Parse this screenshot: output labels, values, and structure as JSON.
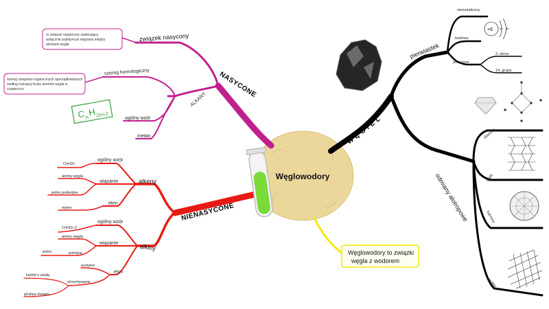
{
  "center": {
    "title": "Węglowodory"
  },
  "colors": {
    "nasycone": "#c0208f",
    "nienasycone": "#e81a14",
    "wegiel": "#000000",
    "yellow": "#f2ea00",
    "center_fill": "#ecd79b"
  },
  "nasycone": {
    "label": "NASYCONE",
    "alkany_label": "ALKANY",
    "zwiazek_nasycony": "związek nasycony",
    "zwiazek_note": [
      "to związek organiczny zawierający",
      "wyłącznie pojedyncze wiązania między",
      "atomami węgla"
    ],
    "szereg_homologiczny": "szereg homologiczny",
    "szereg_note": [
      "szereg związków organicznych uporządkowanych",
      "według rosnącej liczby atomów węgla w",
      "cząsteczce"
    ],
    "formula": {
      "c": "C",
      "n": "n",
      "h": "H",
      "twon2": "2n+2"
    },
    "ogolny_wzor": "ogólny wzór",
    "metan": "metan"
  },
  "nienasycone": {
    "label": "NIENASYCONE",
    "alkeny": {
      "label": "alkeny",
      "ogolny_wzor": "ogólny wzór",
      "wzor_value": "CnH2n",
      "wiazanie": "wiązanie",
      "atomy_wegla": "atomy węgla",
      "jedno_podwojne": "jedno podwójne",
      "eten": "eten",
      "etylen": "etylen"
    },
    "alkiny": {
      "label": "alkiny",
      "ogolny_wzor": "ogólny wzór",
      "wzor_value": "CnH2n-2",
      "wiazanie": "wiązanie",
      "atomy_wegla": "atomy węgla",
      "potrojne": "potrójne",
      "jedno": "jedno",
      "etyn": "etyn",
      "acetylen": "acetylen",
      "otrzymywanie": "otrzymywanie",
      "karbid": "karbid z wodą",
      "piroliza": "piroliza metanu"
    }
  },
  "wegiel": {
    "label": "W Ę G I E L",
    "pierwiastek": "pierwiastek",
    "niemetaliczny": "niemetaliczny",
    "budowa": "budowa",
    "atom_core": "+6",
    "atom_e1": "2e",
    "atom_e2": "4e",
    "polozenie": "położenie",
    "okres": "2. okres",
    "grupa": "14. grupa",
    "odmiany": "odmiany alotropowe",
    "diament": "diament",
    "grafit": "grafit",
    "fulereny": "fulereny",
    "grafen": "grafen"
  },
  "yellow_note": [
    "Węglowodory to związki",
    "węgla z wodorem"
  ]
}
